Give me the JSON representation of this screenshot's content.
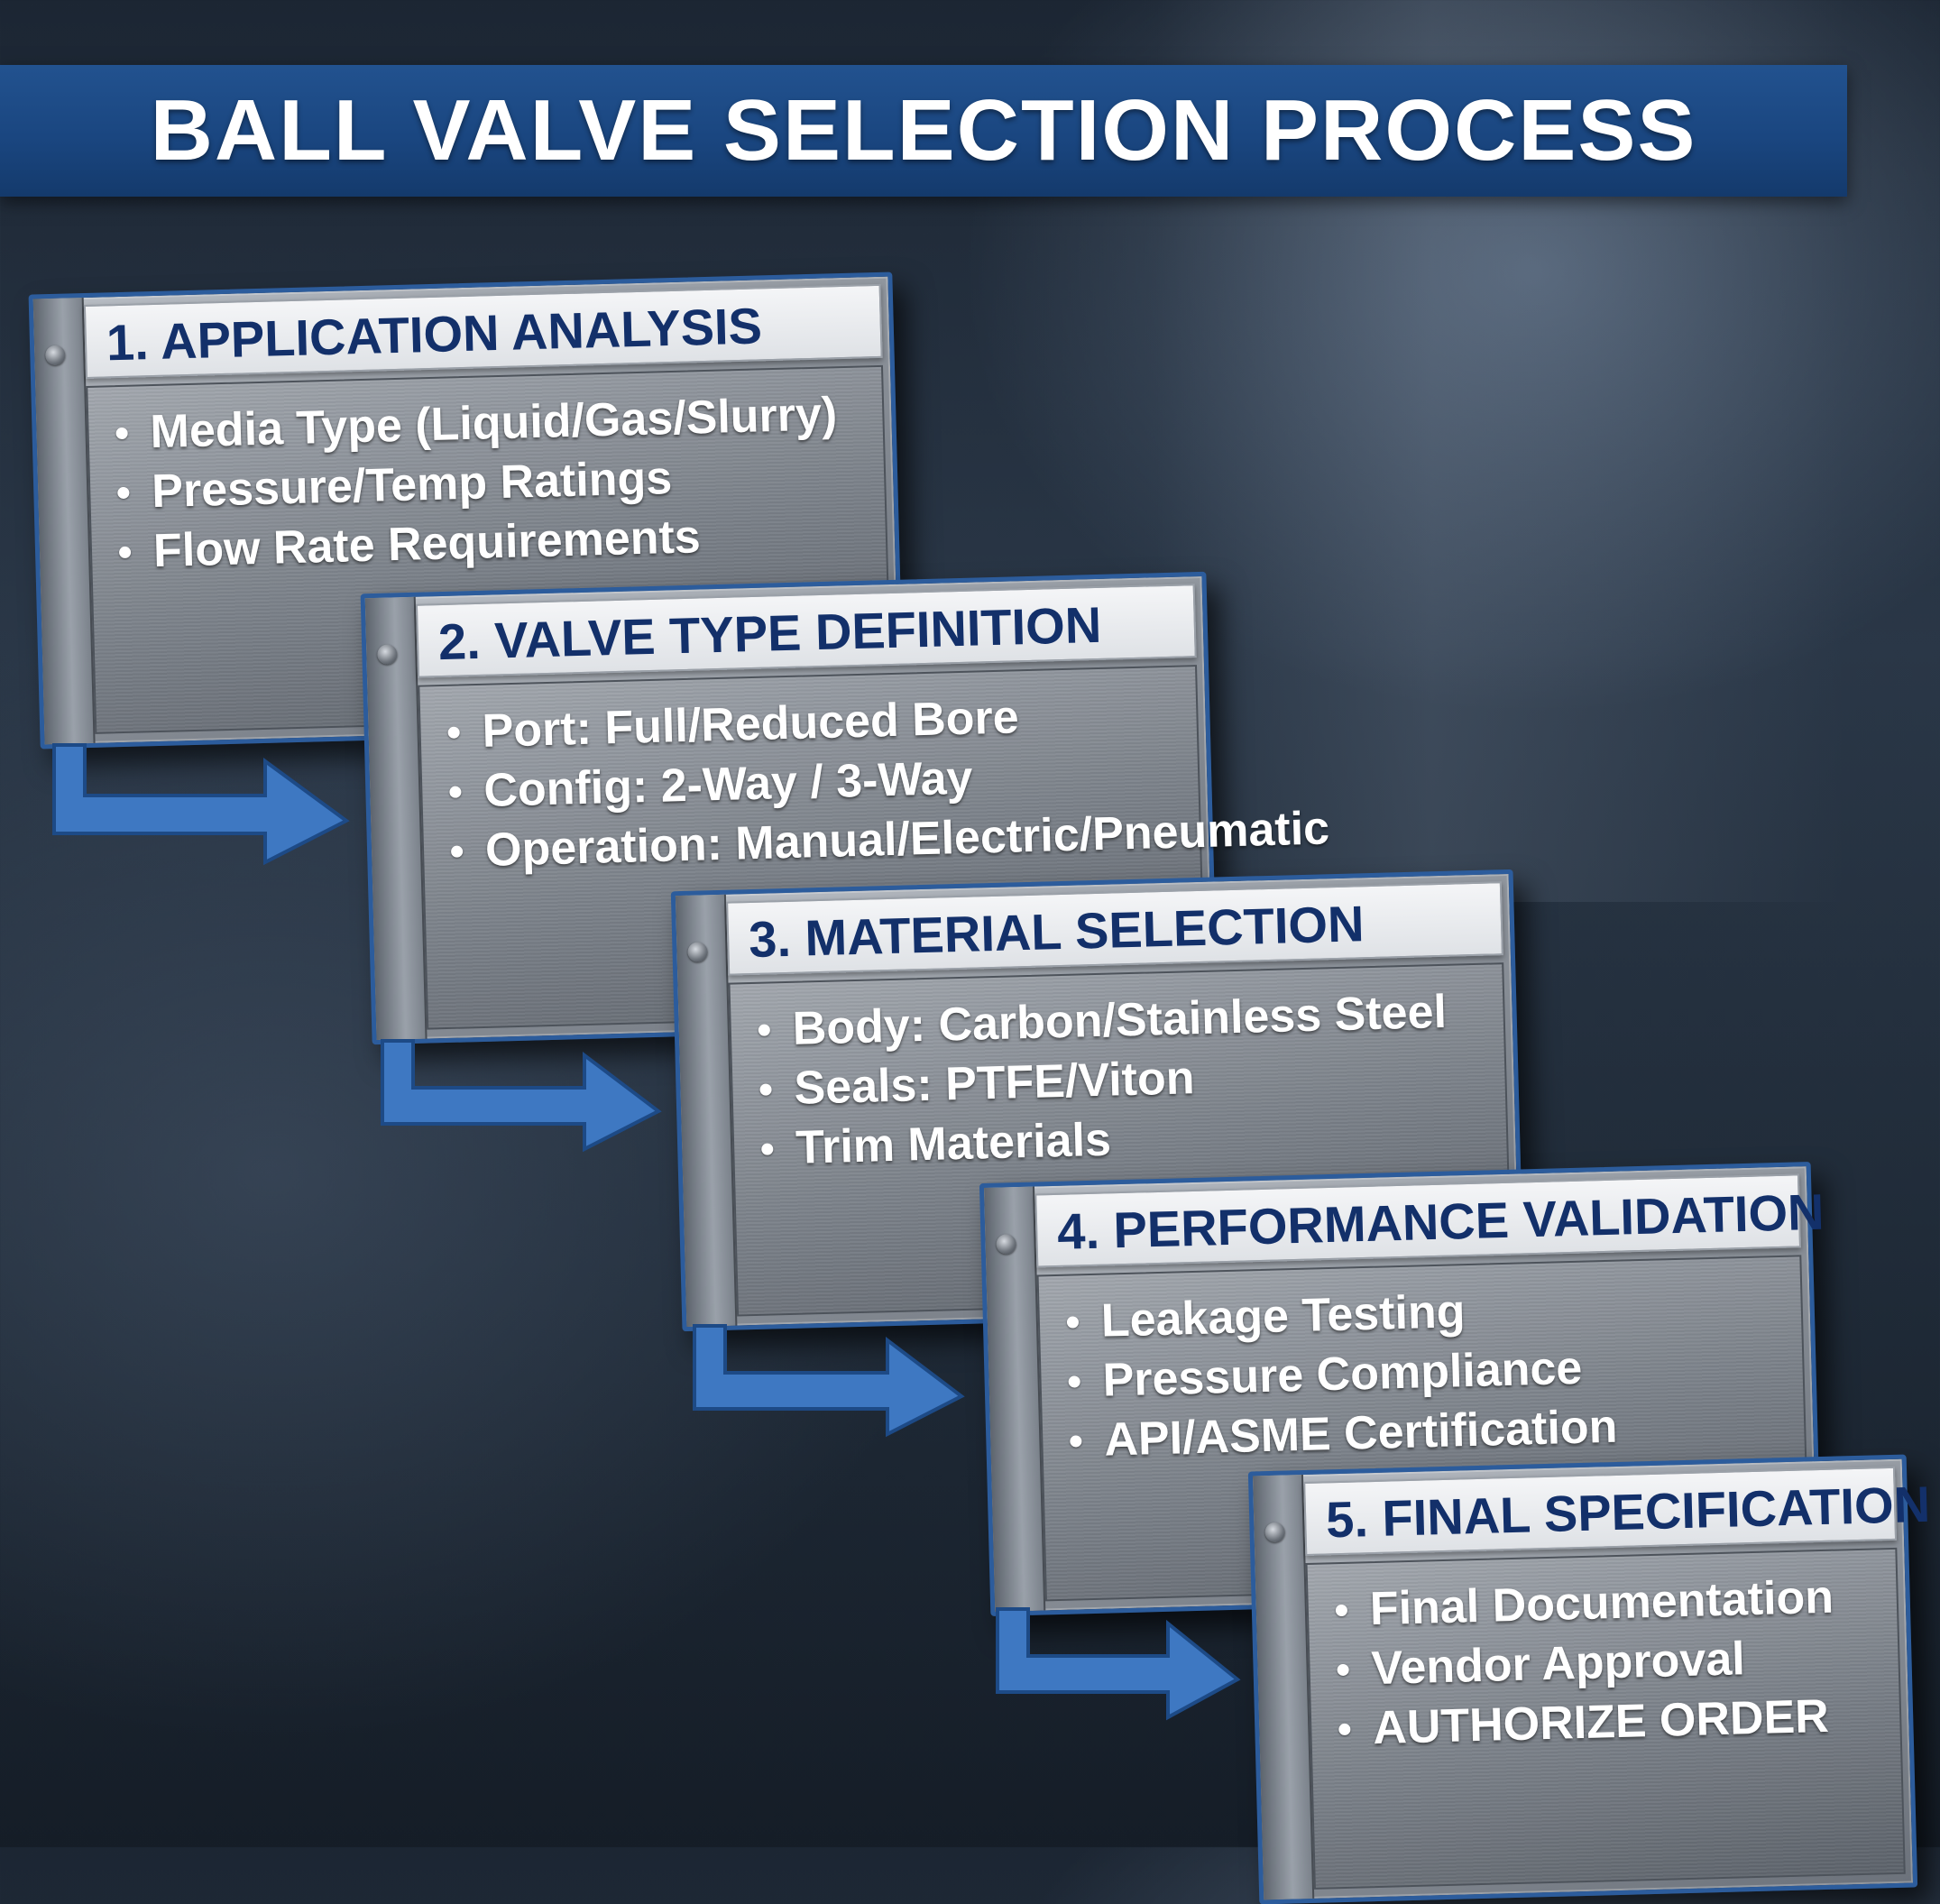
{
  "title": "BALL VALVE SELECTION PROCESS",
  "colors": {
    "title_bar": "#1a4680",
    "card_border": "#2c5c9c",
    "header_text": "#13306a",
    "arrow": "#3e78c2"
  },
  "steps": [
    {
      "heading": "1. APPLICATION ANALYSIS",
      "items": [
        "Media Type (Liquid/Gas/Slurry)",
        "Pressure/Temp Ratings",
        "Flow Rate Requirements"
      ]
    },
    {
      "heading": "2. VALVE TYPE DEFINITION",
      "items": [
        "Port: Full/Reduced Bore",
        "Config: 2-Way / 3-Way",
        "Operation: Manual/Electric/Pneumatic"
      ]
    },
    {
      "heading": "3. MATERIAL SELECTION",
      "items": [
        "Body: Carbon/Stainless Steel",
        "Seals: PTFE/Viton",
        "Trim Materials"
      ]
    },
    {
      "heading": "4. PERFORMANCE VALIDATION",
      "items": [
        "Leakage Testing",
        "Pressure Compliance",
        "API/ASME Certification"
      ]
    },
    {
      "heading": "5. FINAL SPECIFICATION",
      "items": [
        "Final Documentation",
        "Vendor Approval",
        "AUTHORIZE ORDER"
      ]
    }
  ]
}
